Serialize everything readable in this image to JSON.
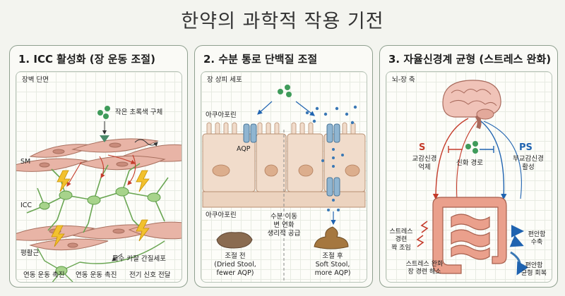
{
  "title": "한약의 과학적 작용 기전",
  "colors": {
    "panel_border": "#8fa08f",
    "muscle": "#e8b4a6",
    "icc": "#a7d38b",
    "channel": "#5f8fb1",
    "water": "#3a78b5",
    "stool": "#8a6b50",
    "sympathetic": "#c43b2a",
    "parasympathetic": "#1f63b0"
  },
  "panel1": {
    "heading": "1. ICC 활성화 (장 운동 조절)",
    "section": "장벽 단면",
    "granule": "작은 초록색 구체",
    "sm": "SM",
    "icc": "ICC",
    "smooth_muscle": "평활근",
    "icc_full": "특수 카잘 간질세포",
    "captions": [
      "연동 운동 촉진",
      "연동 운동 촉진",
      "전기 신호 전달"
    ]
  },
  "panel2": {
    "heading": "2. 수분 통로 단백질 조절",
    "section": "장 상피 세포",
    "aquaporin_top": "아쿠아포린",
    "aqp": "AQP",
    "aquaporin_bottom": "아쿠아포린",
    "center_text": [
      "수분 이동",
      "변 연화",
      "생리적 공급"
    ],
    "before_title": "조절 전",
    "before_desc": [
      "(Dried Stool,",
      "fewer AQP)"
    ],
    "after_title": "조절 후",
    "after_desc": [
      "Soft Stool,",
      "more AQP)"
    ]
  },
  "panel3": {
    "heading": "3. 자율신경계 균형 (스트레스 완화)",
    "section": "뇌-장 축",
    "s": "S",
    "s_desc": [
      "교감신경",
      "억제"
    ],
    "ps": "PS",
    "ps_desc": [
      "부교감신경",
      "활성"
    ],
    "pathway": "신화 경로",
    "stress": [
      "스트레스",
      "경련",
      "꽉 조임"
    ],
    "relax": [
      "편안함",
      "수축"
    ],
    "relief": [
      "스트레스 완화",
      "장 경련 해소"
    ],
    "balance": [
      "편안함",
      "균형 회복"
    ]
  }
}
